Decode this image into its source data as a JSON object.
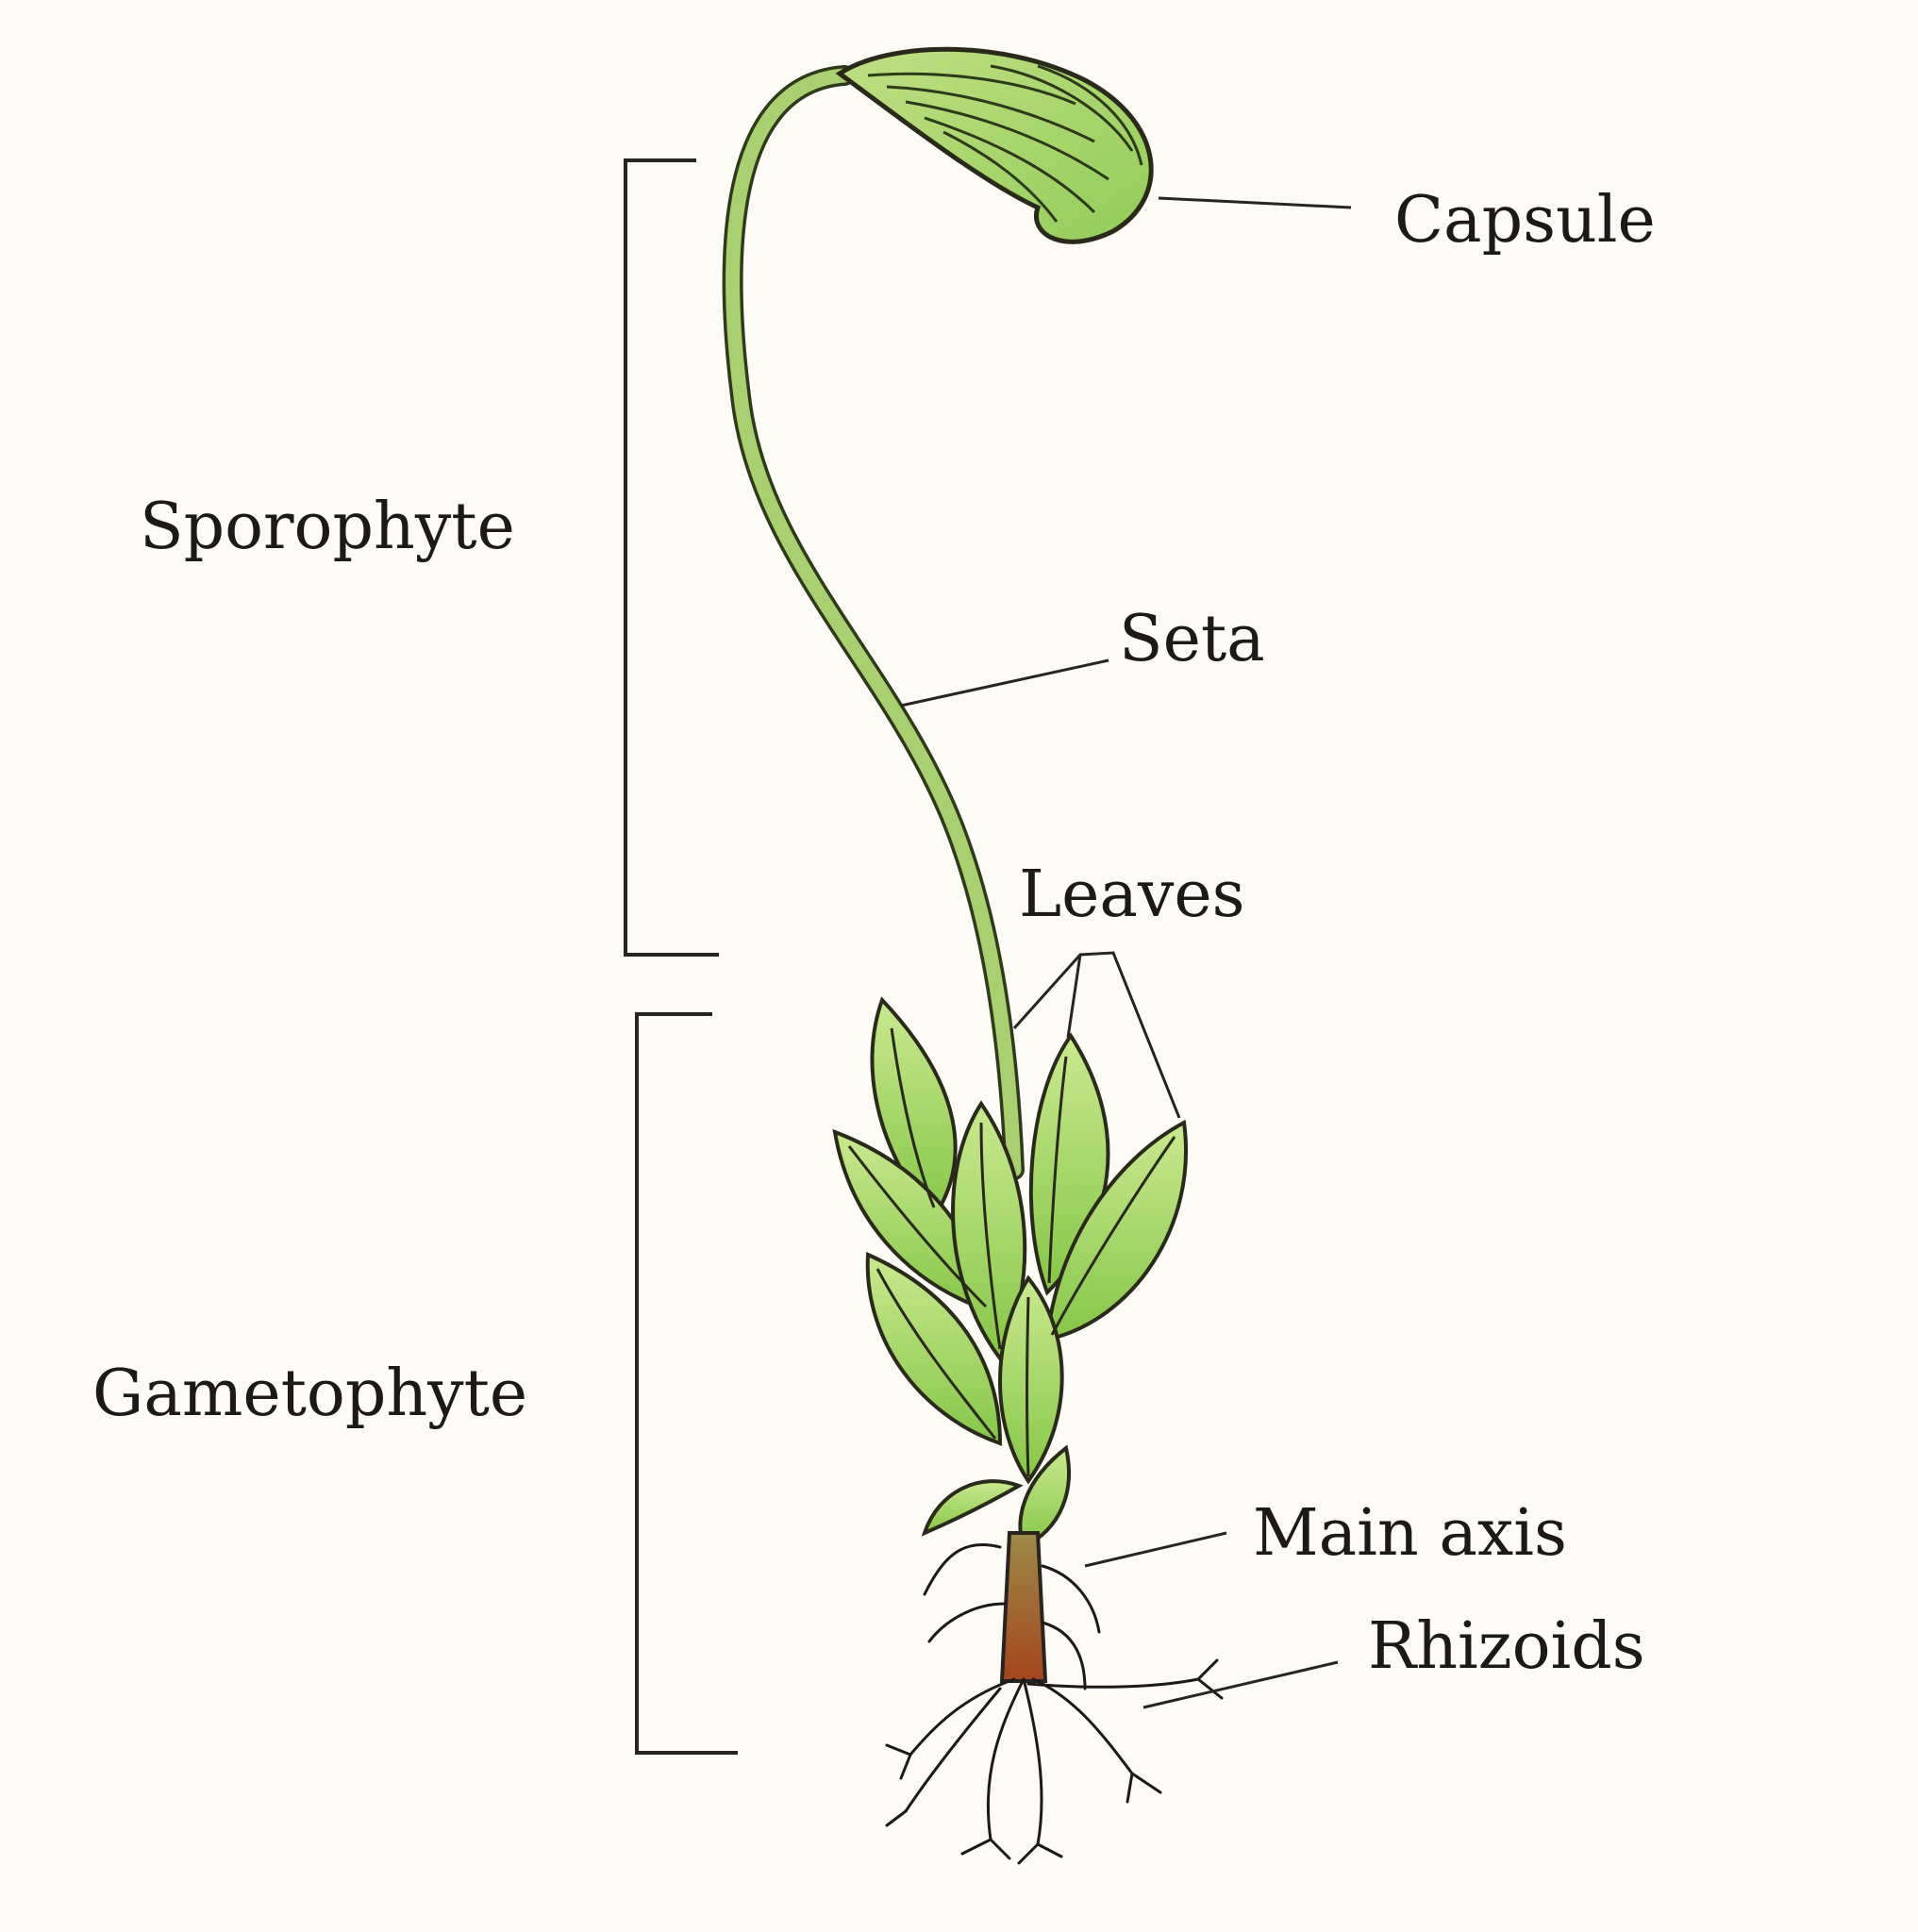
{
  "labels": {
    "capsule": "Capsule",
    "sporophyte": "Sporophyte",
    "seta": "Seta",
    "leaves": "Leaves",
    "gametophyte": "Gametophyte",
    "main_axis": "Main axis",
    "rhizoids": "Rhizoids"
  },
  "colors": {
    "background": "#fcfbf6",
    "ink": "#1c1a18",
    "leaf_fill": "#9fd45e",
    "leaf_light": "#c9e98f",
    "stem": "#a9d070",
    "axis_fill": "#a4532c"
  }
}
